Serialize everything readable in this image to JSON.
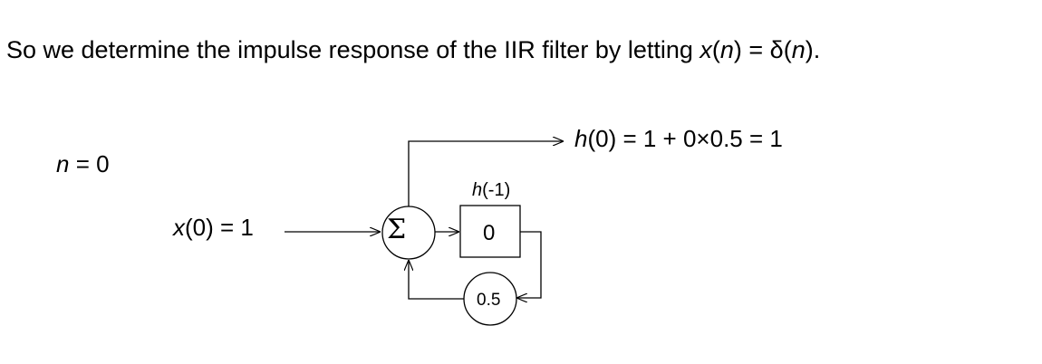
{
  "headline": {
    "prefix": "So we determine the impulse response of the IIR filter by letting ",
    "x": "x",
    "lp1": "(",
    "n1": "n",
    "mid": ") = δ(",
    "n2": "n",
    "end": ")."
  },
  "time_label": {
    "n": "n",
    "rest": " = 0"
  },
  "input_label": {
    "x": "x",
    "rest": "(0) = 1"
  },
  "output_label": {
    "h": "h",
    "rest": "(0) = 1 + 0×0.5 = 1"
  },
  "sum_symbol": "Σ",
  "delay": {
    "label_h": "h",
    "label_rest": "(-1)",
    "value": "0"
  },
  "gain": {
    "value": "0.5"
  }
}
